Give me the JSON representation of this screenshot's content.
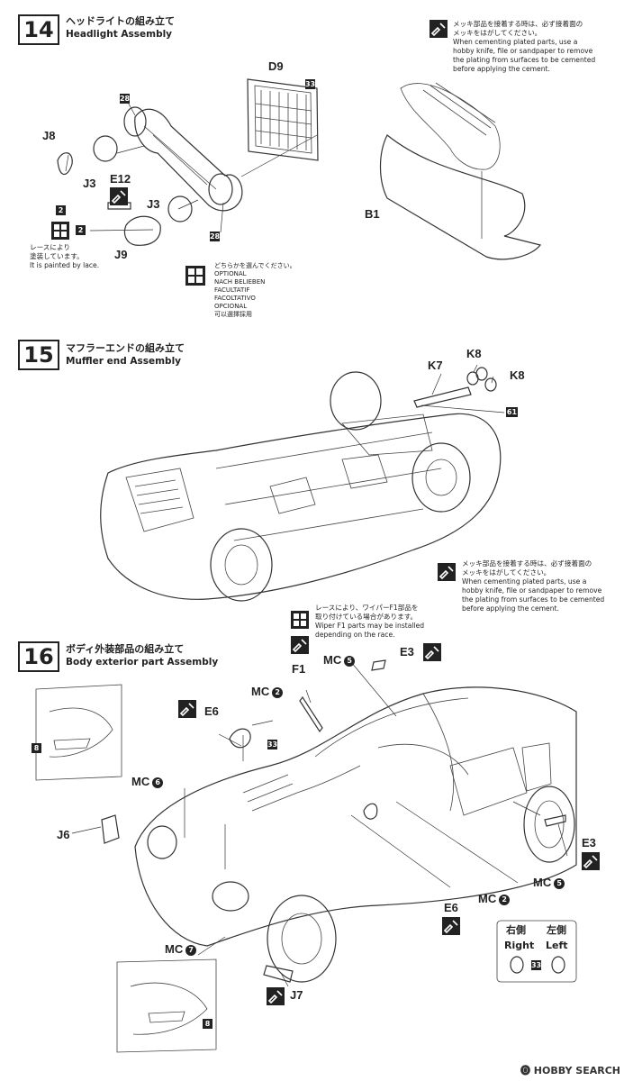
{
  "step14": {
    "number": "14",
    "title_jp": "ヘッドライトの組み立て",
    "title_en": "Headlight Assembly",
    "labels": {
      "d9": "D9",
      "j8": "J8",
      "j3a": "J3",
      "e12": "E12",
      "j3b": "J3",
      "j9": "J9",
      "b1": "B1"
    },
    "part_numbers": {
      "n33": "33",
      "n28a": "28",
      "n28b": "28",
      "n2a": "2",
      "n2b": "2"
    },
    "paint_note": [
      "レースにより",
      "塗装しています。",
      "It is painted by lace."
    ],
    "optional_note": [
      "どちらかを選んでください。",
      "OPTIONAL",
      "NACH BELIEBEN",
      "FACULTATIF",
      "FACOLTATIVO",
      "OPCIONAL",
      "可以選擇採用"
    ],
    "plating_note": [
      "メッキ部品を接着する時は、必ず接着面の",
      "メッキをはがしてください。",
      "When cementing plated parts, use a",
      "hobby knife, file or sandpaper to remove",
      "the plating from surfaces to be cemented",
      "before applying the cement."
    ]
  },
  "step15": {
    "number": "15",
    "title_jp": "マフラーエンドの組み立て",
    "title_en": "Muffler end Assembly",
    "labels": {
      "k7": "K7",
      "k8a": "K8",
      "k8b": "K8"
    },
    "part_numbers": {
      "n61": "61"
    },
    "plating_note": [
      "メッキ部品を接着する時は、必ず接着面の",
      "メッキをはがしてください。",
      "When cementing plated parts, use a",
      "hobby knife, file or sandpaper to remove",
      "the plating from surfaces to be cemented",
      "before applying the cement."
    ],
    "wiper_note": [
      "レースにより、ワイパーF1部品を",
      "取り付けている場合があります。",
      "Wiper F1 parts may be installed",
      "depending on the race."
    ]
  },
  "step16": {
    "number": "16",
    "title_jp": "ボディ外装部品の組み立て",
    "title_en": "Body exterior part Assembly",
    "labels": {
      "f1": "F1",
      "mc5a": "MC",
      "e3a": "E3",
      "mc2a": "MC",
      "e6a": "E6",
      "mc6": "MC",
      "j6": "J6",
      "e3b": "E3",
      "mc5b": "MC",
      "mc2b": "MC",
      "e6b": "E6",
      "mc7": "MC",
      "j7": "J7"
    },
    "circle_numbers": {
      "mc5a": "5",
      "mc2a": "2",
      "mc6": "6",
      "mc5b": "5",
      "mc2b": "2",
      "mc7": "7"
    },
    "part_numbers": {
      "n33a": "33",
      "n33b": "33",
      "n8a": "8",
      "n8b": "8"
    },
    "side_jp": {
      "right": "右側",
      "left": "左側"
    },
    "side_en": {
      "right": "Right",
      "left": "Left"
    }
  },
  "footer": {
    "logo": "🅞 HOBBY SEARCH"
  }
}
